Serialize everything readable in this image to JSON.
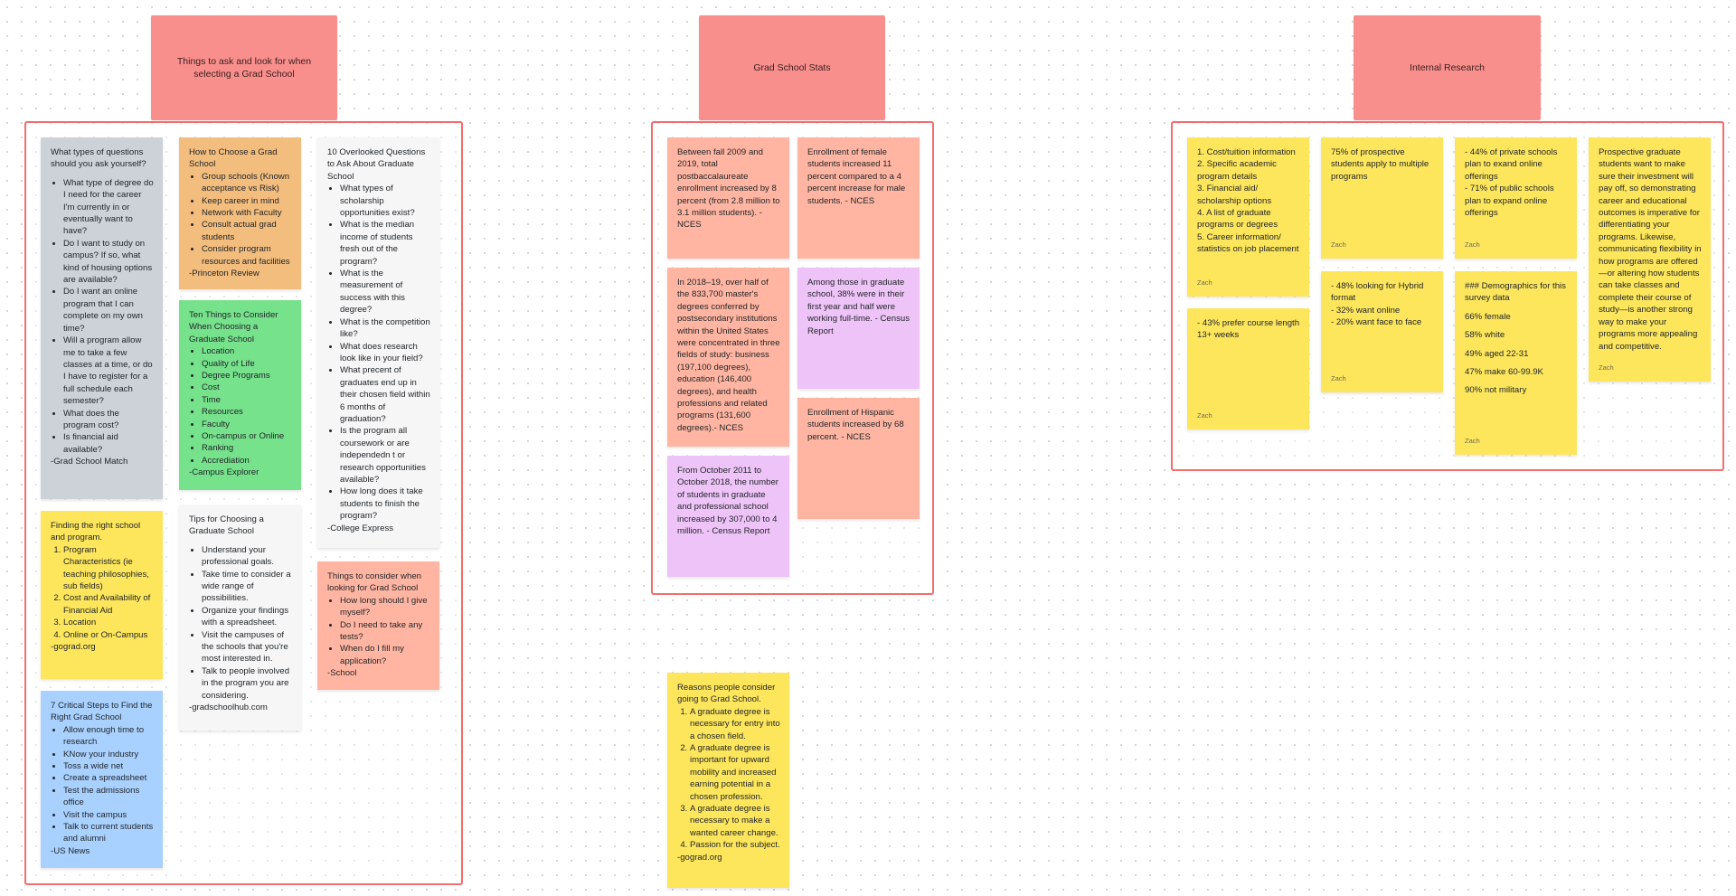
{
  "headers": [
    {
      "label": "Things to ask and look for when selecting a Grad School"
    },
    {
      "label": "Grad School Stats"
    },
    {
      "label": "Internal Research"
    }
  ],
  "notes": {
    "questions_yourself": {
      "title": "What types of questions should you ask yourself?",
      "items": [
        "What type of degree do I need for the career I'm currently in or eventually want to have?",
        "Do I want to study on campus? If so, what kind of housing options are available?",
        "Do I want an online program that I can complete on my own time?",
        "Will a program allow me to take a few classes at a time, or do I have to register for a full schedule each semester?",
        "What does the program cost?",
        "Is financial aid available?"
      ],
      "source": "-Grad School Match"
    },
    "how_to_choose": {
      "title": "How to Choose a Grad School",
      "items": [
        "Group schools (Known acceptance vs Risk)",
        "Keep career in mind",
        "Network with Faculty",
        "Consult actual grad students",
        "Consider program resources and facilities"
      ],
      "source": "-Princeton Review"
    },
    "overlooked_questions": {
      "title": "10 Overlooked Questions to Ask About Graduate School",
      "items": [
        "What types of scholarship opportunities exist?",
        "What is the median income of students fresh out of the program?",
        "What is the measurement of success with this degree?",
        "What is the competition like?",
        "What does research look like in your field?",
        "What precent of graduates end up in their chosen field within 6 months of graduation?",
        "Is the program all coursework or are independedn t or research opportunities available?",
        "How long does it take students to finish the program?"
      ],
      "source": "-College Express"
    },
    "ten_things": {
      "title": "Ten Things to Consider When Choosing a Graduate School",
      "items": [
        "Location",
        "Quality of Life",
        "Degree Programs",
        "Cost",
        "Time",
        "Resources",
        "Faculty",
        "On-campus or Online",
        "Ranking",
        "Accrediation"
      ],
      "source": "-Campus Explorer"
    },
    "finding_right": {
      "title": "Finding the right school and program.",
      "items": [
        "Program Characteristics (ie teaching philosophies, sub fields)",
        "Cost and Availability of Financial Aid",
        "Location",
        "Online or On-Campus"
      ],
      "source": "-gograd.org"
    },
    "tips_choosing": {
      "title": "Tips for Choosing a Graduate School",
      "items": [
        "Understand your professional goals.",
        "Take time to consider a wide range of possibilities.",
        "Organize your findings with a spreadsheet.",
        "Visit the campuses of the schools that you're most interested in.",
        "Talk to people involved in the program you are considering."
      ],
      "source": "-gradschoolhub.com"
    },
    "things_consider": {
      "title": "Things to consider when looking for Grad School",
      "items": [
        "How long should I give myself?",
        "Do I need to take any tests?",
        "When do I fill my application?"
      ],
      "source": "-School"
    },
    "critical_steps": {
      "title": "7 Critical Steps to Find the Right Grad School",
      "items": [
        "Allow enough time to research",
        "KNow your industry",
        "Toss a wide net",
        "Create a spreadsheet",
        "Test the admissions office",
        "Visit the campus",
        "Talk to current students and alumni"
      ],
      "source": "-US News"
    },
    "stat_enrollment_total": {
      "text": "Between fall 2009 and 2019, total postbaccalaureate enrollment increased by 8 percent (from 2.8 million to 3.1 million students). - NCES"
    },
    "stat_female": {
      "text": "Enrollment of female students increased 11 percent compared to a 4 percent increase for male students. - NCES"
    },
    "stat_degrees": {
      "text": "In 2018–19, over half of the 833,700 master's degrees conferred by postsecondary institutions within the United States were concentrated in three fields of study: business (197,100 degrees), education (146,400 degrees), and health professions and related programs (131,600 degrees).- NCES"
    },
    "stat_fulltime": {
      "text": "Among those in graduate school, 38% were in their first year and half were working full-time. - Census Report"
    },
    "stat_hispanic": {
      "text": "Enrollment of Hispanic students increased by 68 percent. - NCES"
    },
    "stat_census": {
      "text": "From October 2011 to October 2018,  the number of students in graduate and professional school increased by 307,000 to 4 million. - Census Report"
    },
    "reasons": {
      "title": "Reasons people consider going to Grad School.",
      "items": [
        "A graduate degree is necessary for entry into a chosen field.",
        "A graduate degree is important for upward mobility and increased earning potential in a chosen profession.",
        " A graduate degree is necessary to make a wanted career change.",
        " Passion for the subject."
      ],
      "source": "-gograd.org"
    },
    "research_list": {
      "text": "1. Cost/tuition information\n2. Specific academic program details\n3. Financial aid/ scholarship options\n4. A list of graduate programs or degrees\n5. Career information/ statistics on job placement",
      "author": "Zach"
    },
    "research_multiple": {
      "text": "75% of prospective students apply to multiple programs",
      "author": "Zach"
    },
    "research_online": {
      "text": "- 44% of private schools plan to exand online offerings\n- 71% of public schools plan to expand online offerings",
      "author": "Zach"
    },
    "research_prospective": {
      "text": "Prospective graduate students want to make sure their investment will pay off, so demonstrating career and educational outcomes is imperative for differentiating your programs. Likewise, communicating flexibility in how programs are offered—or altering how students can take classes and complete their course of study—is another strong way to make your programs more appealing and competitive.",
      "author": "Zach"
    },
    "research_course": {
      "text": "- 43% prefer course length 13+ weeks",
      "author": "Zach"
    },
    "research_hybrid": {
      "text": "- 48% looking for Hybrid format\n- 32% want online\n- 20% want face to face",
      "author": "Zach"
    },
    "research_demo": {
      "heading": "### Demographics for this survey data",
      "lines": [
        "66% female",
        "58% white",
        "49% aged 22-31",
        "47% make 60-99.9K",
        "90% not military"
      ],
      "author": "Zach"
    }
  }
}
